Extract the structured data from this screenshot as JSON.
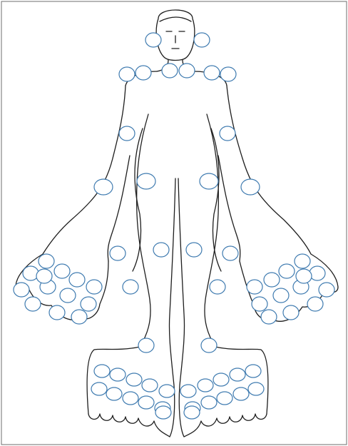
{
  "figure": {
    "type": "body-joint-map",
    "line_color": "#1e1e1e",
    "marker_color": "#3f7bb0",
    "frame_color": "#6e6e6e",
    "background": "#ffffff"
  },
  "regions": [
    {
      "region": "jaw",
      "count": 2
    },
    {
      "region": "shoulders-and-neck",
      "count": 6
    },
    {
      "region": "elbows",
      "count": 2
    },
    {
      "region": "wrists",
      "count": 2
    },
    {
      "region": "hips",
      "count": 2
    },
    {
      "region": "hands-fingers",
      "count": 30
    },
    {
      "region": "knees",
      "count": 2
    },
    {
      "region": "ankles",
      "count": 2
    },
    {
      "region": "feet-toes",
      "count": 22
    }
  ]
}
